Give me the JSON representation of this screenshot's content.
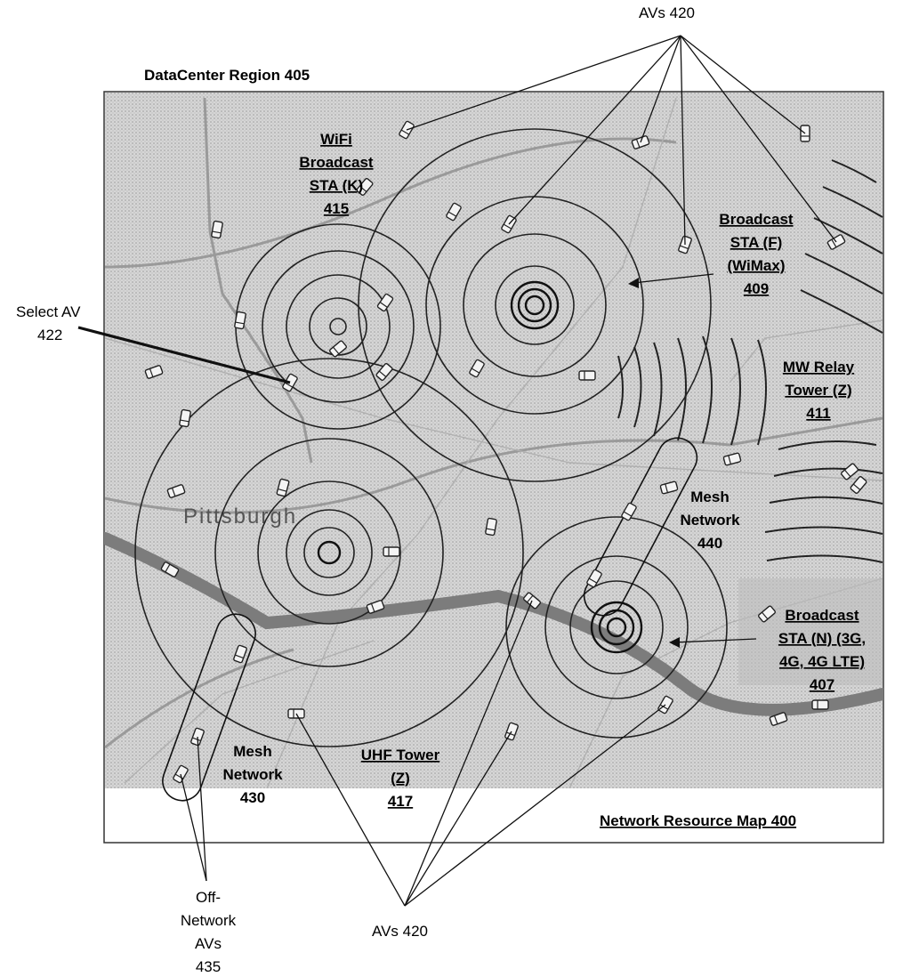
{
  "figure": {
    "region_label": "DataCenter Region 405",
    "map_title": "Network Resource Map 400",
    "map_place_name": "Pittsburgh"
  },
  "labels": {
    "avs_top": "AVs 420",
    "avs_bottom": "AVs 420",
    "select_av": [
      "Select AV",
      "422"
    ],
    "wifi_sta": [
      "WiFi",
      "Broadcast",
      "STA (K)",
      "415"
    ],
    "broadcast_f": [
      "Broadcast",
      "STA (F)",
      "(WiMax)",
      "409"
    ],
    "mw_relay": [
      "MW Relay",
      "Tower (Z)",
      "411"
    ],
    "mesh_440": [
      "Mesh",
      "Network",
      "440"
    ],
    "broadcast_n": [
      "Broadcast",
      "STA (N) (3G,",
      "4G, 4G LTE)",
      "407"
    ],
    "mesh_430": [
      "Mesh",
      "Network",
      "430"
    ],
    "uhf_tower": [
      "UHF Tower",
      "(Z)",
      "417"
    ],
    "off_network": [
      "Off-",
      "Network",
      "AVs",
      "435"
    ]
  },
  "colors": {
    "map_fill": "#cfcfcf",
    "line": "#111111",
    "background": "#ffffff"
  }
}
